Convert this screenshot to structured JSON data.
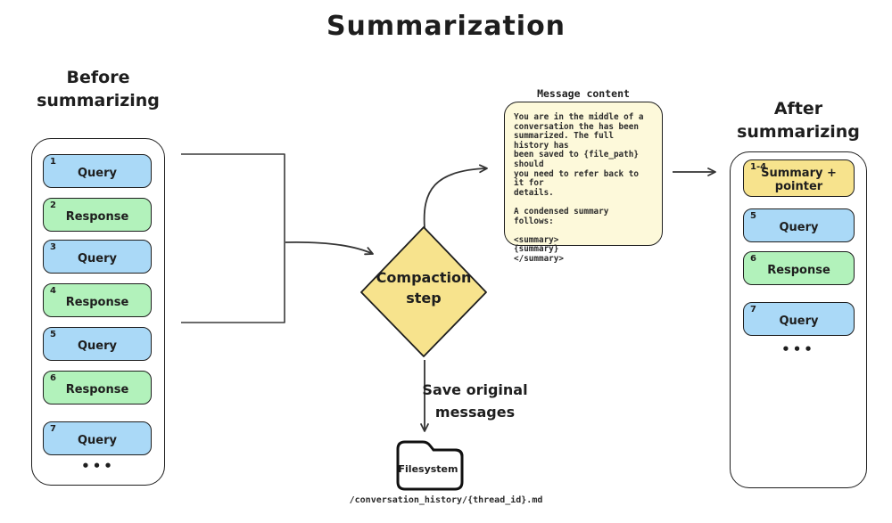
{
  "title": "Summarization",
  "before": {
    "label": "Before\nsummarizing",
    "messages": [
      {
        "num": "1",
        "label": "Query",
        "type": "query"
      },
      {
        "num": "2",
        "label": "Response",
        "type": "response"
      },
      {
        "num": "3",
        "label": "Query",
        "type": "query"
      },
      {
        "num": "4",
        "label": "Response",
        "type": "response"
      },
      {
        "num": "5",
        "label": "Query",
        "type": "query"
      },
      {
        "num": "6",
        "label": "Response",
        "type": "response"
      },
      {
        "num": "7",
        "label": "Query",
        "type": "query"
      }
    ],
    "ellipsis": "•••"
  },
  "compaction": {
    "label": "Compaction\nstep"
  },
  "message_note": {
    "label": "Message content",
    "body": "You are in the middle of a\nconversation the has been\nsummarized. The full history has\nbeen saved to {file_path} should\nyou need to refer back to it for\ndetails.\n\nA condensed summary follows:\n\n<summary>\n{summary}\n</summary>"
  },
  "save_arrow": {
    "label": "Save original\nmessages"
  },
  "filesystem": {
    "label": "Filesystem",
    "path": "/conversation_history/{thread_id}.md"
  },
  "after": {
    "label": "After\nsummarizing",
    "messages": [
      {
        "num": "1-4",
        "label": "Summary +\npointer",
        "type": "summary"
      },
      {
        "num": "5",
        "label": "Query",
        "type": "query"
      },
      {
        "num": "6",
        "label": "Response",
        "type": "response"
      },
      {
        "num": "7",
        "label": "Query",
        "type": "query"
      }
    ],
    "ellipsis": "•••"
  },
  "colors": {
    "query_fill": "#aad9f7",
    "response_fill": "#b2f2bb",
    "summary_fill": "#f7e38d",
    "note_fill": "#fdf9da",
    "stroke": "#1e1e1e"
  }
}
